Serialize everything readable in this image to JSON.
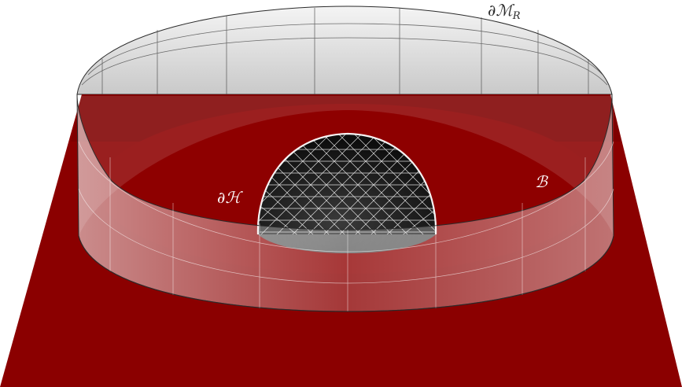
{
  "labels": {
    "outer_boundary": "∂ℳ",
    "outer_boundary_sub": "R",
    "horizon": "∂ℋ",
    "surface": "ℬ"
  },
  "colors": {
    "plane": "#8b0000",
    "plane_dark": "#6e0000",
    "plane_light": "#a51818",
    "hemisphere_fill": "#151515",
    "mesh": "#ffffff",
    "cylinder_rim": "#2b2b2b",
    "label_dark": "#2b2b2b",
    "label_light": "#ffffff"
  }
}
